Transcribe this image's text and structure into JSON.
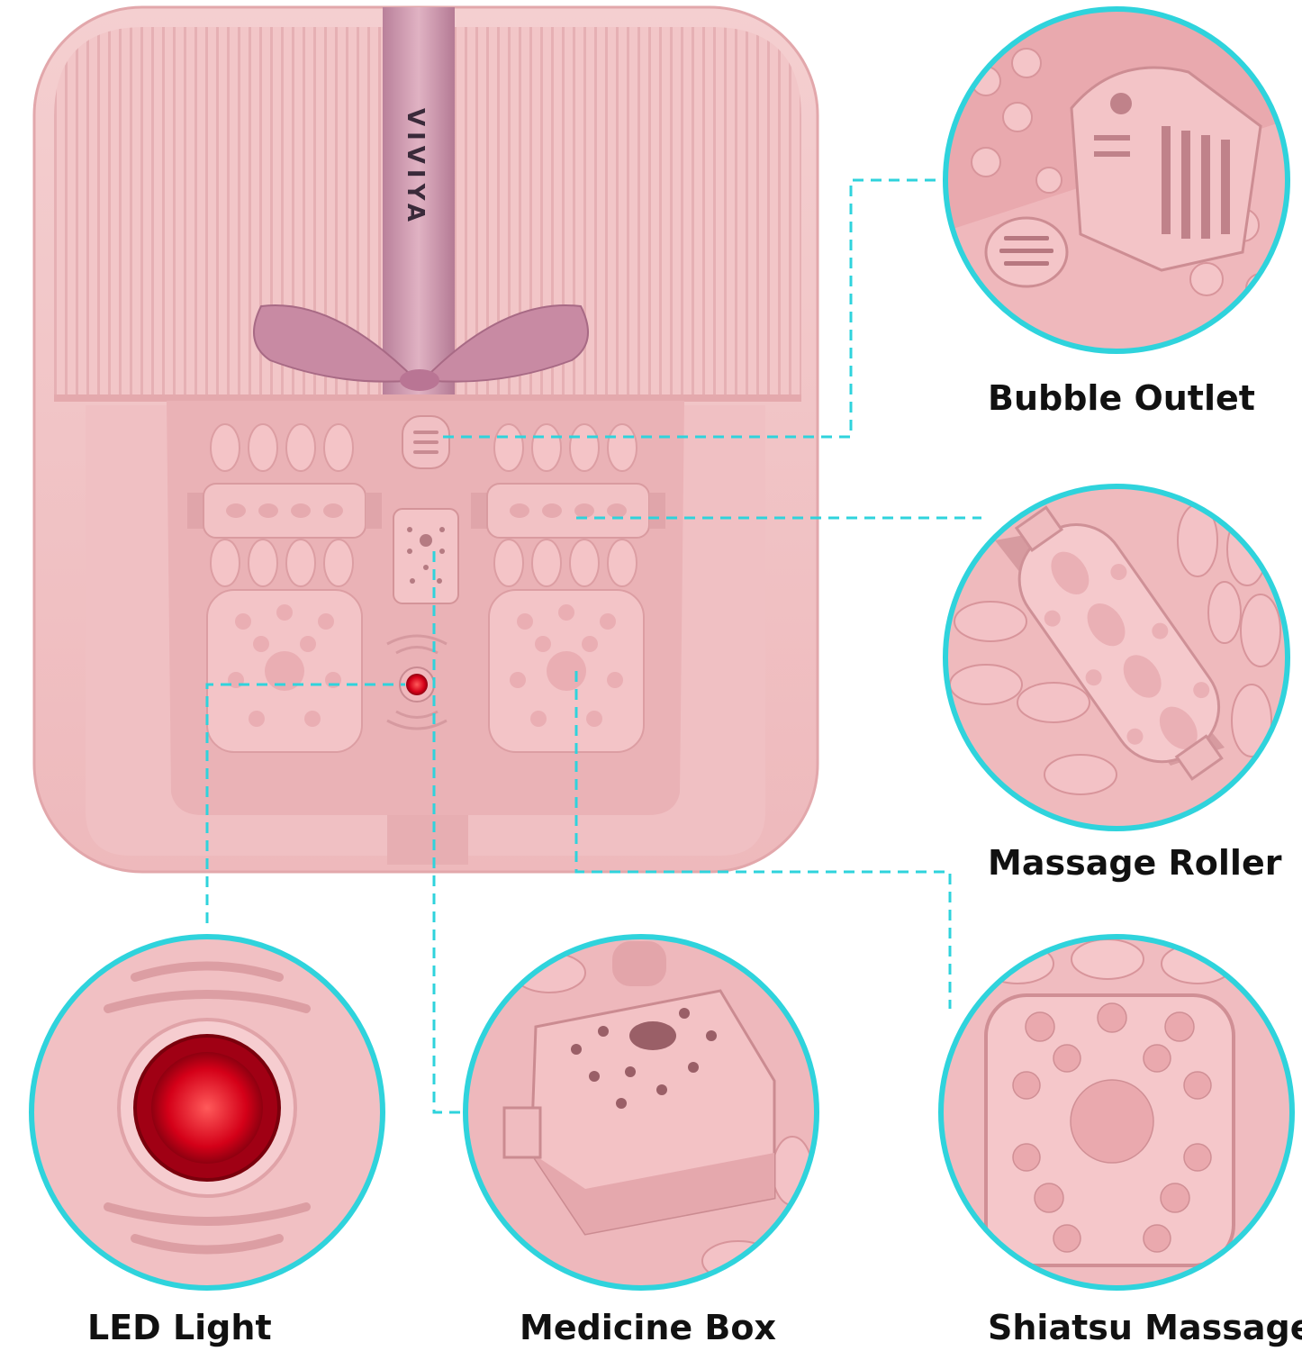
{
  "brand": {
    "name": "VIVIYA"
  },
  "callouts": {
    "bubble_outlet": "Bubble Outlet",
    "massage_roller": "Massage Roller",
    "led_light": "LED Light",
    "medicine_box": "Medicine Box",
    "shiatsu_massage": "Shiatsu Massage"
  },
  "colors": {
    "accent": "#2fd3dc",
    "body": "#f3c8c9",
    "body_dark": "#e9aeb2",
    "strap": "#c98da4",
    "led": "#d9001b",
    "text": "#111111"
  },
  "icons": [
    "foot-spa-basin",
    "bow-decoration",
    "bubble-outlet-detail",
    "massage-roller-detail",
    "led-light-detail",
    "medicine-box-detail",
    "shiatsu-pad-detail"
  ]
}
